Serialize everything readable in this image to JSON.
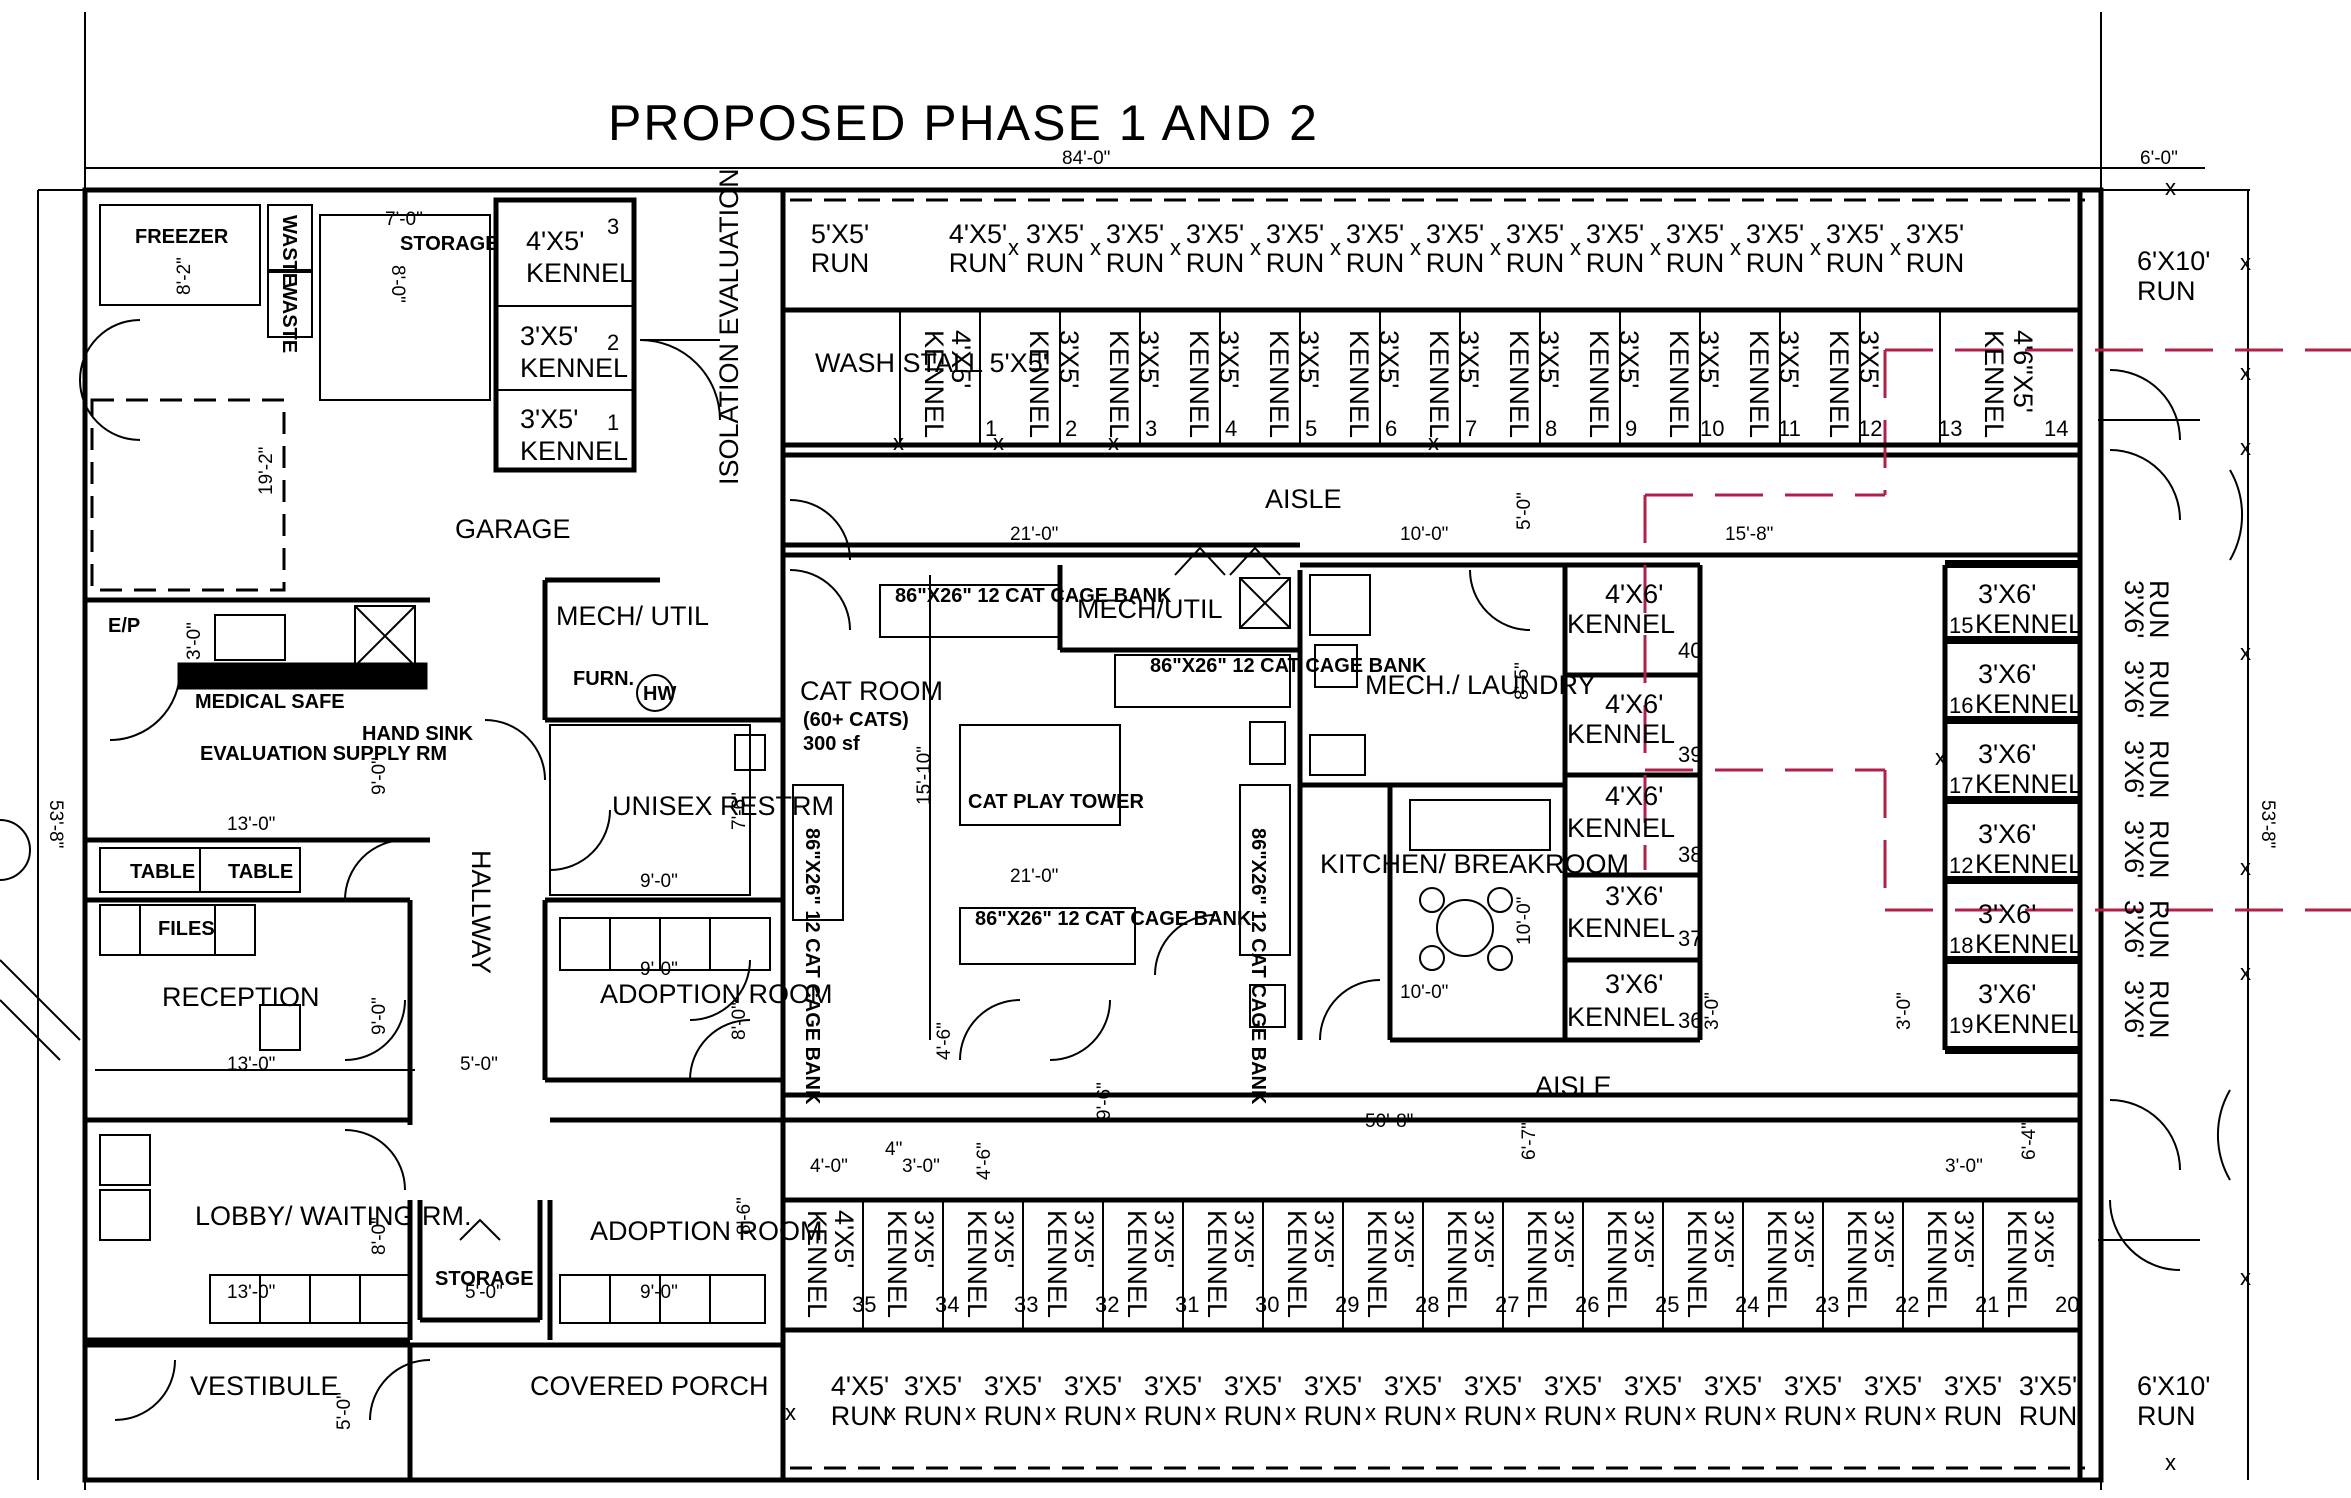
{
  "title": "PROPOSED PHASE 1 AND 2",
  "overall_dimensions": {
    "width": "84'-0\"",
    "depth": "53'-8\"",
    "side_runs_width": "6'-0\""
  },
  "rooms": {
    "freezer": "FREEZER",
    "waste": "WASTE",
    "storage_top": "STORAGE",
    "garage": "GARAGE",
    "e_p": "E/P",
    "medical_safe": "MEDICAL SAFE",
    "hand_sink": "HAND SINK",
    "evaluation_supply": "EVALUATION SUPPLY RM",
    "table": "TABLE",
    "files": "FILES",
    "reception": "RECEPTION",
    "lobby": "LOBBY/ WAITING RM.",
    "vestibule": "VESTIBULE",
    "covered_porch": "COVERED PORCH",
    "storage_bottom": "STORAGE",
    "adoption_room": "ADOPTION ROOM",
    "hallway": "HALLWAY",
    "mech_util_left": "MECH/ UTIL",
    "furn": "FURN.",
    "hw": "HW",
    "unisex_restrm": "UNISEX RESTRM",
    "isolation": "ISOLATION EVALUATION",
    "wash_stall": "WASH STALL 5'X5'",
    "aisle": "AISLE",
    "cat_room": "CAT ROOM",
    "cat_room_sub": "(60+ CATS)",
    "cat_room_area": "300 sf",
    "cat_play_tower": "CAT PLAY TOWER",
    "cage_bank": "86\"X26\" 12 CAT CAGE BANK",
    "mech_util_center": "MECH/UTIL",
    "mech_laundry": "MECH./ LAUNDRY",
    "kitchen": "KITCHEN/ BREAKROOM"
  },
  "iso_kennels": [
    {
      "size": "4'X5'",
      "label": "KENNEL",
      "num": "3"
    },
    {
      "size": "3'X5'",
      "label": "KENNEL",
      "num": "2"
    },
    {
      "size": "3'X5'",
      "label": "KENNEL",
      "num": "1"
    }
  ],
  "top_runs": [
    {
      "size": "5'X5'",
      "label": "RUN"
    },
    {
      "size": "4'X5'",
      "label": "RUN"
    },
    {
      "size": "3'X5'",
      "label": "RUN"
    },
    {
      "size": "3'X5'",
      "label": "RUN"
    },
    {
      "size": "3'X5'",
      "label": "RUN"
    },
    {
      "size": "3'X5'",
      "label": "RUN"
    },
    {
      "size": "3'X5'",
      "label": "RUN"
    },
    {
      "size": "3'X5'",
      "label": "RUN"
    },
    {
      "size": "3'X5'",
      "label": "RUN"
    },
    {
      "size": "3'X5'",
      "label": "RUN"
    },
    {
      "size": "3'X5'",
      "label": "RUN"
    },
    {
      "size": "3'X5'",
      "label": "RUN"
    },
    {
      "size": "3'X5'",
      "label": "RUN"
    },
    {
      "size": "3'X5'",
      "label": "RUN"
    }
  ],
  "top_kennels": [
    {
      "num": "1",
      "size": "4'X5'",
      "label": "KENNEL"
    },
    {
      "num": "2",
      "size": "3'X5'",
      "label": "KENNEL"
    },
    {
      "num": "3",
      "size": "3'X5'",
      "label": "KENNEL"
    },
    {
      "num": "4",
      "size": "3'X5'",
      "label": "KENNEL"
    },
    {
      "num": "5",
      "size": "3'X5'",
      "label": "KENNEL"
    },
    {
      "num": "6",
      "size": "3'X5'",
      "label": "KENNEL"
    },
    {
      "num": "7",
      "size": "3'X5'",
      "label": "KENNEL"
    },
    {
      "num": "8",
      "size": "3'X5'",
      "label": "KENNEL"
    },
    {
      "num": "9",
      "size": "3'X5'",
      "label": "KENNEL"
    },
    {
      "num": "10",
      "size": "3'X5'",
      "label": "KENNEL"
    },
    {
      "num": "11",
      "size": "3'X5'",
      "label": "KENNEL"
    },
    {
      "num": "12",
      "size": "3'X5'",
      "label": "KENNEL"
    },
    {
      "num": "13",
      "size": "4'6\"X5'",
      "label": "KENNEL"
    },
    {
      "num": "14",
      "size": "",
      "label": ""
    }
  ],
  "bottom_kennels": [
    {
      "num": "35",
      "size": "4'X5'",
      "label": "KENNEL"
    },
    {
      "num": "34",
      "size": "3'X5'",
      "label": "KENNEL"
    },
    {
      "num": "33",
      "size": "3'X5'",
      "label": "KENNEL"
    },
    {
      "num": "32",
      "size": "3'X5'",
      "label": "KENNEL"
    },
    {
      "num": "31",
      "size": "3'X5'",
      "label": "KENNEL"
    },
    {
      "num": "30",
      "size": "3'X5'",
      "label": "KENNEL"
    },
    {
      "num": "29",
      "size": "3'X5'",
      "label": "KENNEL"
    },
    {
      "num": "28",
      "size": "3'X5'",
      "label": "KENNEL"
    },
    {
      "num": "27",
      "size": "3'X5'",
      "label": "KENNEL"
    },
    {
      "num": "26",
      "size": "3'X5'",
      "label": "KENNEL"
    },
    {
      "num": "25",
      "size": "3'X5'",
      "label": "KENNEL"
    },
    {
      "num": "24",
      "size": "3'X5'",
      "label": "KENNEL"
    },
    {
      "num": "23",
      "size": "3'X5'",
      "label": "KENNEL"
    },
    {
      "num": "22",
      "size": "3'X5'",
      "label": "KENNEL"
    },
    {
      "num": "21",
      "size": "3'X5'",
      "label": "KENNEL"
    },
    {
      "num": "20",
      "size": "3'X5'",
      "label": "KENNEL"
    }
  ],
  "bottom_runs": [
    {
      "size": "4'X5'",
      "label": "RUN"
    },
    {
      "size": "3'X5'",
      "label": "RUN"
    },
    {
      "size": "3'X5'",
      "label": "RUN"
    },
    {
      "size": "3'X5'",
      "label": "RUN"
    },
    {
      "size": "3'X5'",
      "label": "RUN"
    },
    {
      "size": "3'X5'",
      "label": "RUN"
    },
    {
      "size": "3'X5'",
      "label": "RUN"
    },
    {
      "size": "3'X5'",
      "label": "RUN"
    },
    {
      "size": "3'X5'",
      "label": "RUN"
    },
    {
      "size": "3'X5'",
      "label": "RUN"
    },
    {
      "size": "3'X5'",
      "label": "RUN"
    },
    {
      "size": "3'X5'",
      "label": "RUN"
    },
    {
      "size": "3'X5'",
      "label": "RUN"
    },
    {
      "size": "3'X5'",
      "label": "RUN"
    },
    {
      "size": "3'X5'",
      "label": "RUN"
    },
    {
      "size": "3'X5'",
      "label": "RUN"
    }
  ],
  "center_kennels": [
    {
      "size": "4'X6'",
      "label": "KENNEL",
      "num": "40"
    },
    {
      "size": "4'X6'",
      "label": "KENNEL",
      "num": "39"
    },
    {
      "size": "4'X6'",
      "label": "KENNEL",
      "num": "38"
    },
    {
      "size": "3'X6'",
      "label": "KENNEL",
      "num": "37"
    },
    {
      "size": "3'X6'",
      "label": "KENNEL",
      "num": "36"
    }
  ],
  "right_kennels": [
    {
      "size": "3'X6'",
      "label": "KENNEL",
      "num": "15"
    },
    {
      "size": "3'X6'",
      "label": "KENNEL",
      "num": "16"
    },
    {
      "size": "3'X6'",
      "label": "KENNEL",
      "num": "17"
    },
    {
      "size": "3'X6'",
      "label": "KENNEL",
      "num": "12"
    },
    {
      "size": "3'X6'",
      "label": "KENNEL",
      "num": "18"
    },
    {
      "size": "3'X6'",
      "label": "KENNEL",
      "num": "19"
    }
  ],
  "right_runs": [
    {
      "size": "3'X6'",
      "label": "RUN"
    },
    {
      "size": "3'X6'",
      "label": "RUN"
    },
    {
      "size": "3'X6'",
      "label": "RUN"
    },
    {
      "size": "3'X6'",
      "label": "RUN"
    },
    {
      "size": "3'X6'",
      "label": "RUN"
    },
    {
      "size": "3'X6'",
      "label": "RUN"
    }
  ],
  "outer_runs": [
    {
      "size": "6'X10'",
      "label": "RUN"
    },
    {
      "size": "6'X10'",
      "label": "RUN"
    }
  ],
  "dimensions": {
    "d_7_0": "7'-0\"",
    "d_8_0": "8'-0\"",
    "d_8_2": "8'-2\"",
    "d_19_2": "19'-2\"",
    "d_3_0": "3'-0\"",
    "d_13_0": "13'-0\"",
    "d_9_0": "9'-0\"",
    "d_7_6": "7'-6\"",
    "d_9_6": "9'-6\"",
    "d_5_0": "5'-0\"",
    "d_21_0": "21'-0\"",
    "d_10_0": "10'-0\"",
    "d_15_8": "15'-8\"",
    "d_15_10": "15'-10\"",
    "d_8_5": "8'-5\"",
    "d_4_6": "4'-6\"",
    "d_4_0": "4'-0\"",
    "d_4": "4\"",
    "d_50_8": "50'-8\"",
    "d_6_7": "6'-7\"",
    "d_6_4": "6'-4\"",
    "d_8_6": "8'-6\"",
    "d_6_0": "6'-0\"",
    "d_53_8": "53'-8\""
  }
}
